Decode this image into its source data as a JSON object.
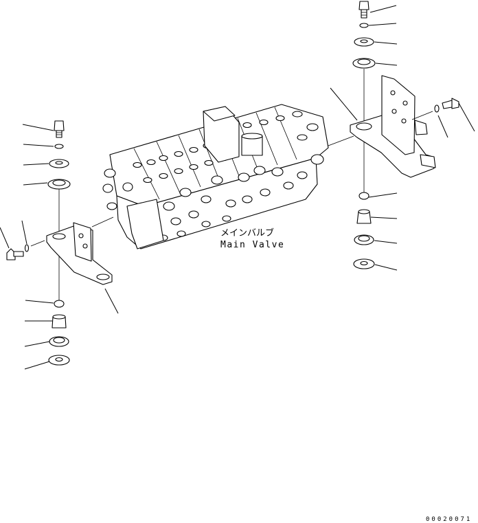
{
  "labels": {
    "main_valve_jp": "メインバルブ",
    "main_valve_en": "Main Valve"
  },
  "figure_number": "00020071",
  "colors": {
    "line": "#000000",
    "background": "#ffffff"
  }
}
